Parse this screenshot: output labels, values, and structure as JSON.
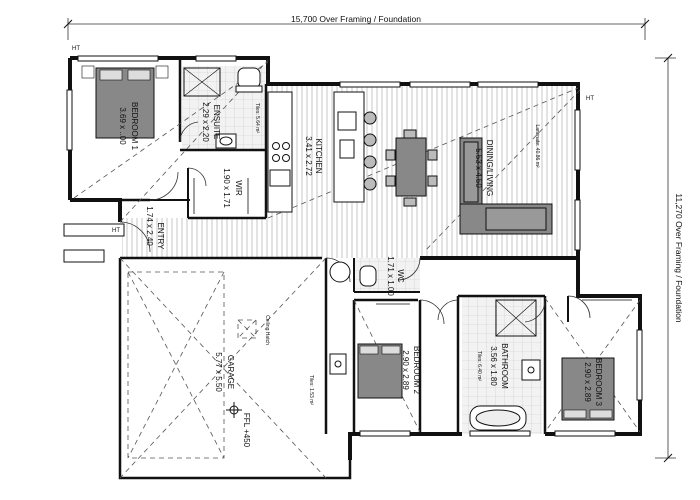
{
  "dimensions": {
    "width_label": "15,700 Over Framing / Foundation",
    "depth_label": "11,270 Over Framing / Foundation"
  },
  "markers": {
    "ht": "HT"
  },
  "rooms": {
    "bedroom1": {
      "name": "BEDROOM 1",
      "size": "3.69 x ..00"
    },
    "ensuite": {
      "name": "ENSUITE",
      "size": "2.29 x 2.20",
      "tiles": "Tiles: 5.64 m²"
    },
    "wir": {
      "name": "WIR",
      "size": "1.90 x 1.71"
    },
    "kitchen": {
      "name": "KITCHEN",
      "size": "3.41 x 2.72"
    },
    "dining": {
      "name": "DINING/LIVING",
      "size": "5.53 x 4.50",
      "floor": "Laminate: 40.86 m²"
    },
    "entry": {
      "name": "ENTRY",
      "size": "1.74 x 2.40"
    },
    "garage": {
      "name": "GARAGE",
      "size": "5.77 x 5.50",
      "ceiling": "Ceiling Hatch",
      "ffl": "FFL +450"
    },
    "wc": {
      "name": "WC",
      "size": "1.71 x 1.00"
    },
    "bedroom2": {
      "name": "BEDROOM 2",
      "size": "2.90 x 2.89"
    },
    "bathroom": {
      "name": "BATHROOM",
      "size": "3.56 x 1.80",
      "tiles": "Tiles: 6.40 m²"
    },
    "bedroom3": {
      "name": "BEDROOM 3",
      "size": "2.90 x 2.89"
    },
    "hall": {
      "tiles": "Tiles: 1.53 m²"
    }
  }
}
